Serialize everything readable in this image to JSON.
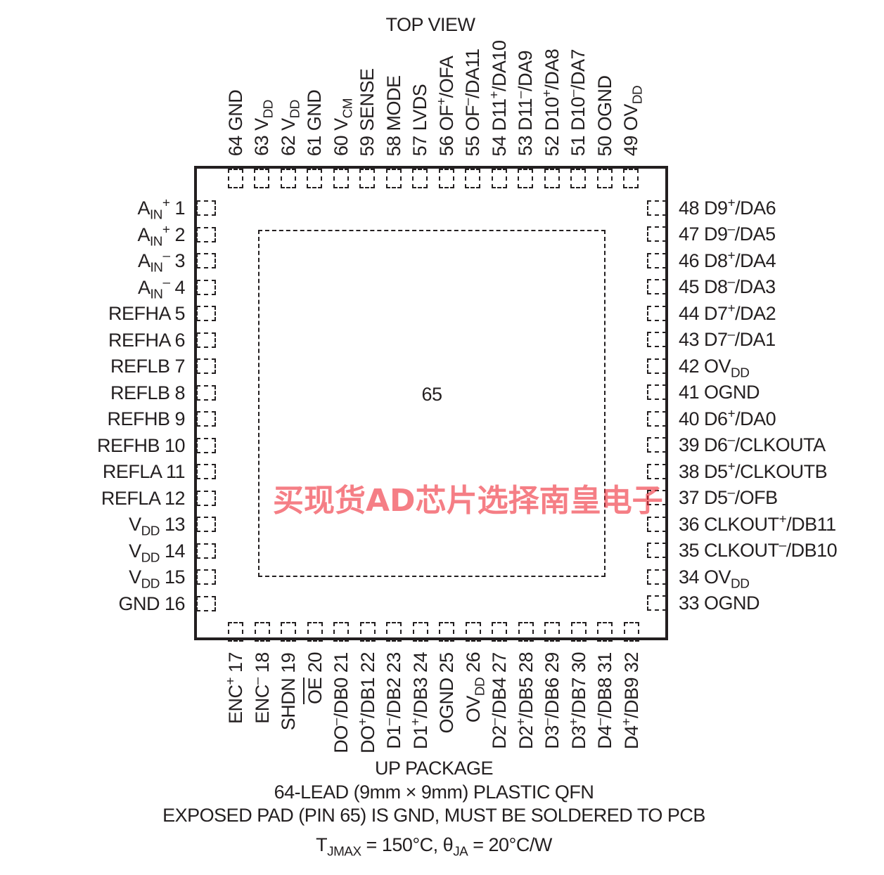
{
  "title": "TOP VIEW",
  "exposed_pad_label": "65",
  "footer": {
    "line1": "UP PACKAGE",
    "line2": "64-LEAD (9mm × 9mm) PLASTIC QFN",
    "line3": "EXPOSED PAD (PIN 65) IS GND, MUST BE SOLDERED TO PCB",
    "line4": "T<sub>JMAX</sub> = 150°C, θ<sub>JA</sub> = 20°C/W"
  },
  "watermark": "买现货AD芯片选择南皇电子",
  "watermark_color": "#f0303c",
  "pins_left": [
    "A<sub>IN</sub><sup>+</sup> 1",
    "A<sub>IN</sub><sup>+</sup> 2",
    "A<sub>IN</sub><sup>–</sup> 3",
    "A<sub>IN</sub><sup>–</sup> 4",
    "REFHA 5",
    "REFHA 6",
    "REFLB 7",
    "REFLB 8",
    "REFHB 9",
    "REFHB 10",
    "REFLA 11",
    "REFLA 12",
    "V<sub>DD</sub> 13",
    "V<sub>DD</sub> 14",
    "V<sub>DD</sub> 15",
    "GND 16"
  ],
  "pins_bottom": [
    "ENC<sup>+</sup> 17",
    "ENC<sup>–</sup> 18",
    "SHDN 19",
    "<span class=\"ov\">OE</span> 20",
    "DO<sup>–</sup>/DB0 21",
    "DO<sup>+</sup>/DB1 22",
    "D1<sup>–</sup>/DB2 23",
    "D1<sup>+</sup>/DB3 24",
    "OGND 25",
    "OV<sub>DD</sub> 26",
    "D2<sup>–</sup>/DB4 27",
    "D2<sup>+</sup>/DB5 28",
    "D3<sup>–</sup>/DB6 29",
    "D3<sup>+</sup>/DB7 30",
    "D4<sup>–</sup>/DB8 31",
    "D4<sup>+</sup>/DB9 32"
  ],
  "pins_right": [
    "33 OGND",
    "34 OV<sub>DD</sub>",
    "35 CLKOUT<sup>–</sup>/DB10",
    "36 CLKOUT<sup>+</sup>/DB11",
    "37 D5<sup>–</sup>/OFB",
    "38 D5<sup>+</sup>/CLKOUTB",
    "39 D6<sup>–</sup>/CLKOUTA",
    "40 D6<sup>+</sup>/DA0",
    "41 OGND",
    "42 OV<sub>DD</sub>",
    "43 D7<sup>–</sup>/DA1",
    "44 D7<sup>+</sup>/DA2",
    "45 D8<sup>–</sup>/DA3",
    "46 D8<sup>+</sup>/DA4",
    "47 D9<sup>–</sup>/DA5",
    "48 D9<sup>+</sup>/DA6"
  ],
  "pins_top": [
    "49 OV<sub>DD</sub>",
    "50 OGND",
    "51 D10<sup>–</sup>/DA7",
    "52 D10<sup>+</sup>/DA8",
    "53 D11<sup>–</sup>/DA9",
    "54 D11<sup>+</sup>/DA10",
    "55 OF<sup>–</sup>/DA11",
    "56 OF<sup>+</sup>/OFA",
    "57 LVDS",
    "58 MODE",
    "59 SENSE",
    "60 V<sub>CM</sub>",
    "61 GND",
    "62 V<sub>DD</sub>",
    "63 V<sub>DD</sub>",
    "64 GND"
  ]
}
